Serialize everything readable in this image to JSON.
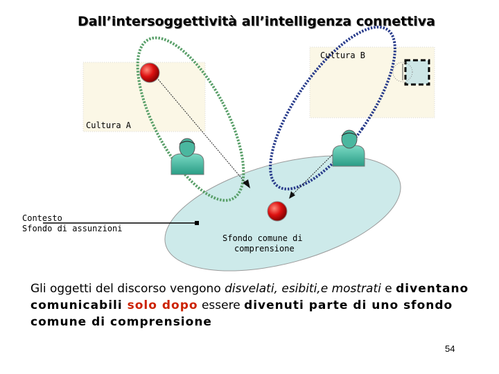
{
  "title": "Dall’intersoggettività all’intelligenza connettiva",
  "labels": {
    "culture_b": "Cultura B",
    "culture_a": "Cultura A",
    "context_line1": "Contesto",
    "context_line2": "Sfondo di assunzioni",
    "shared_line1": "Sfondo comune di",
    "shared_line2": "comprensione"
  },
  "body": {
    "part1": "Gli oggetti del discorso vengono ",
    "italic": "disvelati, esibiti,e mostrati",
    "part2": " e ",
    "line2_a": "diventano comunicabili ",
    "highlight": "solo dopo",
    "line2_b": " essere ",
    "line2_c": "divenuti parte di uno sfondo comune di comprensione"
  },
  "page_number": "54",
  "colors": {
    "culture_box": "#fbf7e6",
    "shared_ellipse": "#cdeaea",
    "green_ring": "#5aa06a",
    "blue_ring": "#2a3d8c",
    "red_ball": "#dd1111",
    "person": "#3cb89e",
    "highlight_text": "#cc2200"
  }
}
